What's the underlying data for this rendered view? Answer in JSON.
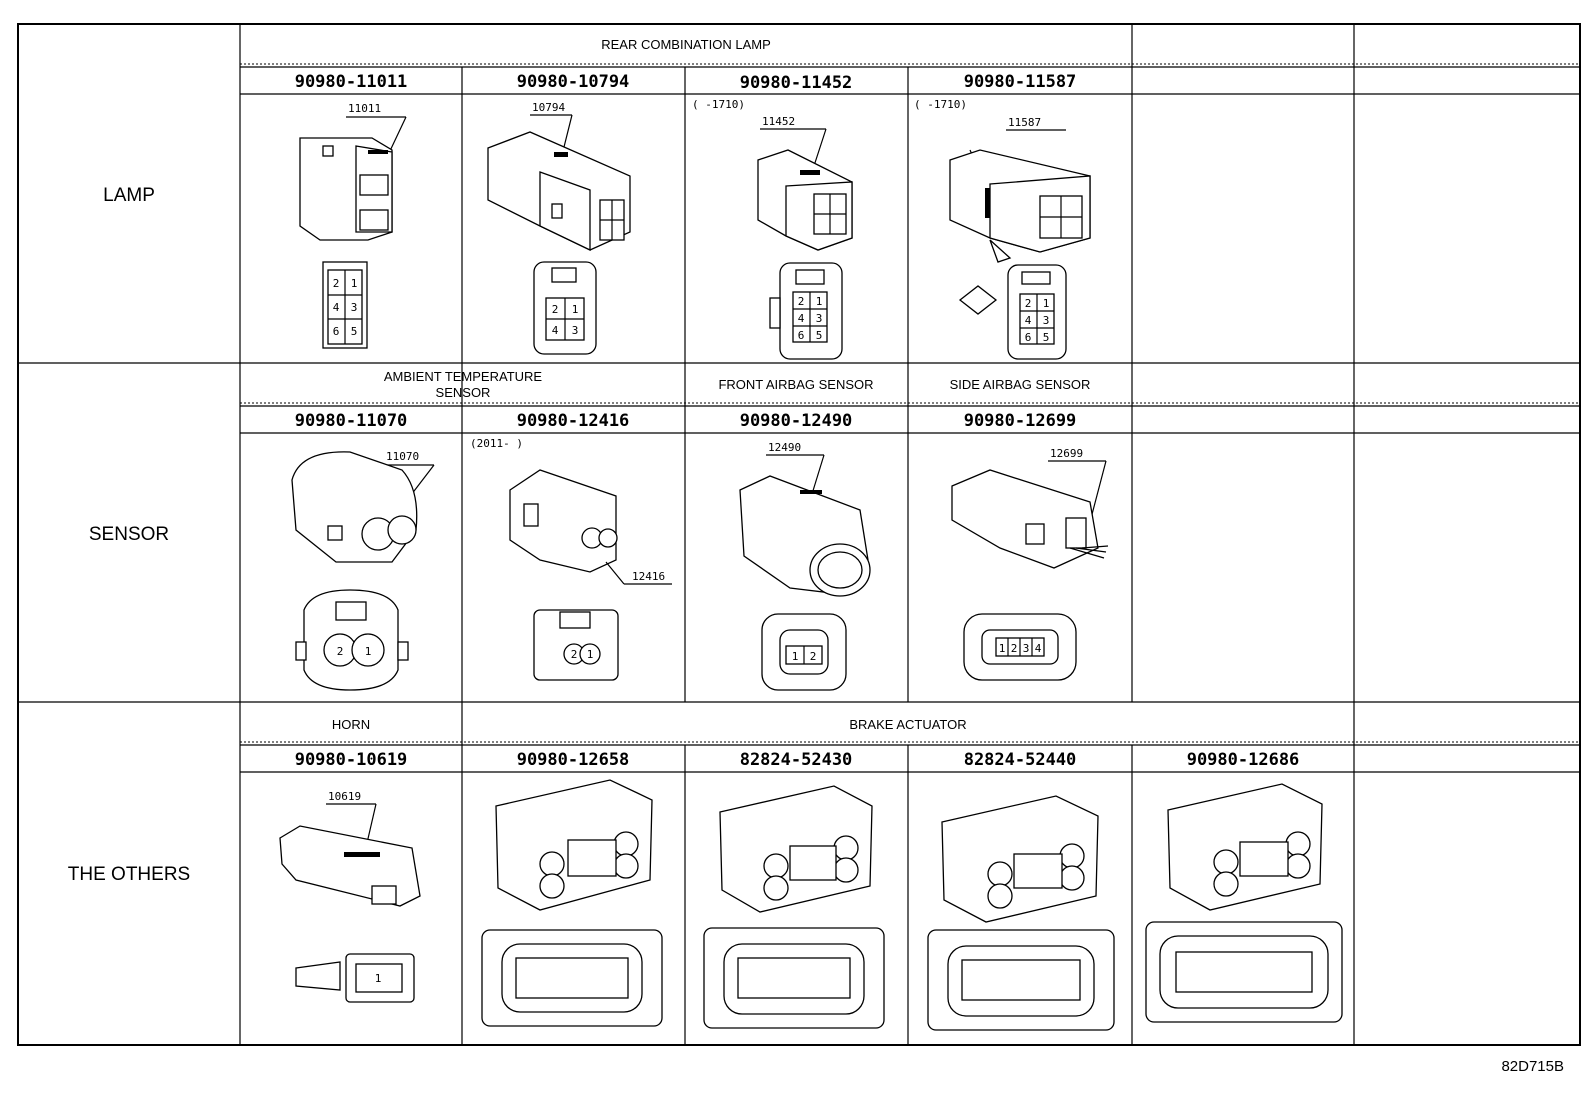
{
  "reference_code": "82D715B",
  "rows": [
    {
      "label": "LAMP",
      "groups": [
        "REAR COMBINATION LAMP"
      ],
      "parts": [
        {
          "part_no": "90980-11011",
          "callout": "11011",
          "note": "",
          "pins": [
            "2",
            "1",
            "4",
            "3",
            "6",
            "5"
          ]
        },
        {
          "part_no": "90980-10794",
          "callout": "10794",
          "note": "",
          "pins": [
            "2",
            "1",
            "4",
            "3"
          ]
        },
        {
          "part_no": "90980-11452",
          "callout": "11452",
          "note": "(      -1710)",
          "pins": [
            "2",
            "1",
            "4",
            "3",
            "6",
            "5"
          ]
        },
        {
          "part_no": "90980-11587",
          "callout": "11587",
          "note": "(      -1710)",
          "pins": [
            "2",
            "1",
            "4",
            "3",
            "6",
            "5"
          ]
        }
      ]
    },
    {
      "label": "SENSOR",
      "groups": [
        "AMBIENT TEMPERATURE",
        "SENSOR",
        "FRONT AIRBAG SENSOR",
        "SIDE AIRBAG SENSOR"
      ],
      "parts": [
        {
          "part_no": "90980-11070",
          "callout": "11070",
          "note": "",
          "pins": [
            "2",
            "1"
          ]
        },
        {
          "part_no": "90980-12416",
          "callout": "12416",
          "note": "(2011-      )",
          "pins": [
            "2",
            "1"
          ]
        },
        {
          "part_no": "90980-12490",
          "callout": "12490",
          "note": "",
          "pins": [
            "1",
            "2"
          ]
        },
        {
          "part_no": "90980-12699",
          "callout": "12699",
          "note": "",
          "pins": [
            "1",
            "2",
            "3",
            "4"
          ]
        }
      ]
    },
    {
      "label": "THE OTHERS",
      "groups": [
        "HORN",
        "BRAKE ACTUATOR"
      ],
      "parts": [
        {
          "part_no": "90980-10619",
          "callout": "10619",
          "note": "",
          "pins": [
            "1"
          ]
        },
        {
          "part_no": "90980-12658",
          "callout": "",
          "note": "",
          "pins": []
        },
        {
          "part_no": "82824-52430",
          "callout": "",
          "note": "",
          "pins": []
        },
        {
          "part_no": "82824-52440",
          "callout": "",
          "note": "",
          "pins": []
        },
        {
          "part_no": "90980-12686",
          "callout": "",
          "note": "",
          "pins": []
        }
      ]
    }
  ]
}
